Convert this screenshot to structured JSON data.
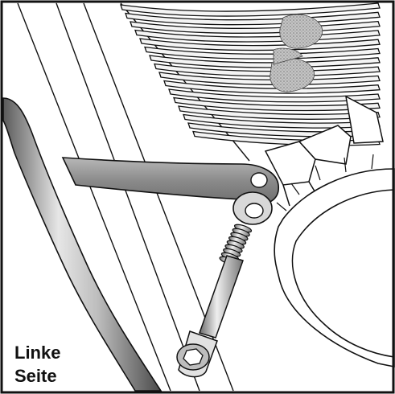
{
  "diagram": {
    "caption": [
      "Linke",
      "Seite"
    ],
    "colors": {
      "outline": "#111111",
      "bracket": "#8f8f8f",
      "chrome_dark": "#555555",
      "chrome_light": "#dddddd",
      "fin_fill": "#f2f2f2",
      "gasket_stipple": "#9a9a9a",
      "background": "#ffffff"
    },
    "parts": [
      "engine-cooling-fins",
      "crash-bar-tube",
      "mounting-bracket",
      "washer",
      "socket-head-bolt",
      "round-housing"
    ]
  }
}
